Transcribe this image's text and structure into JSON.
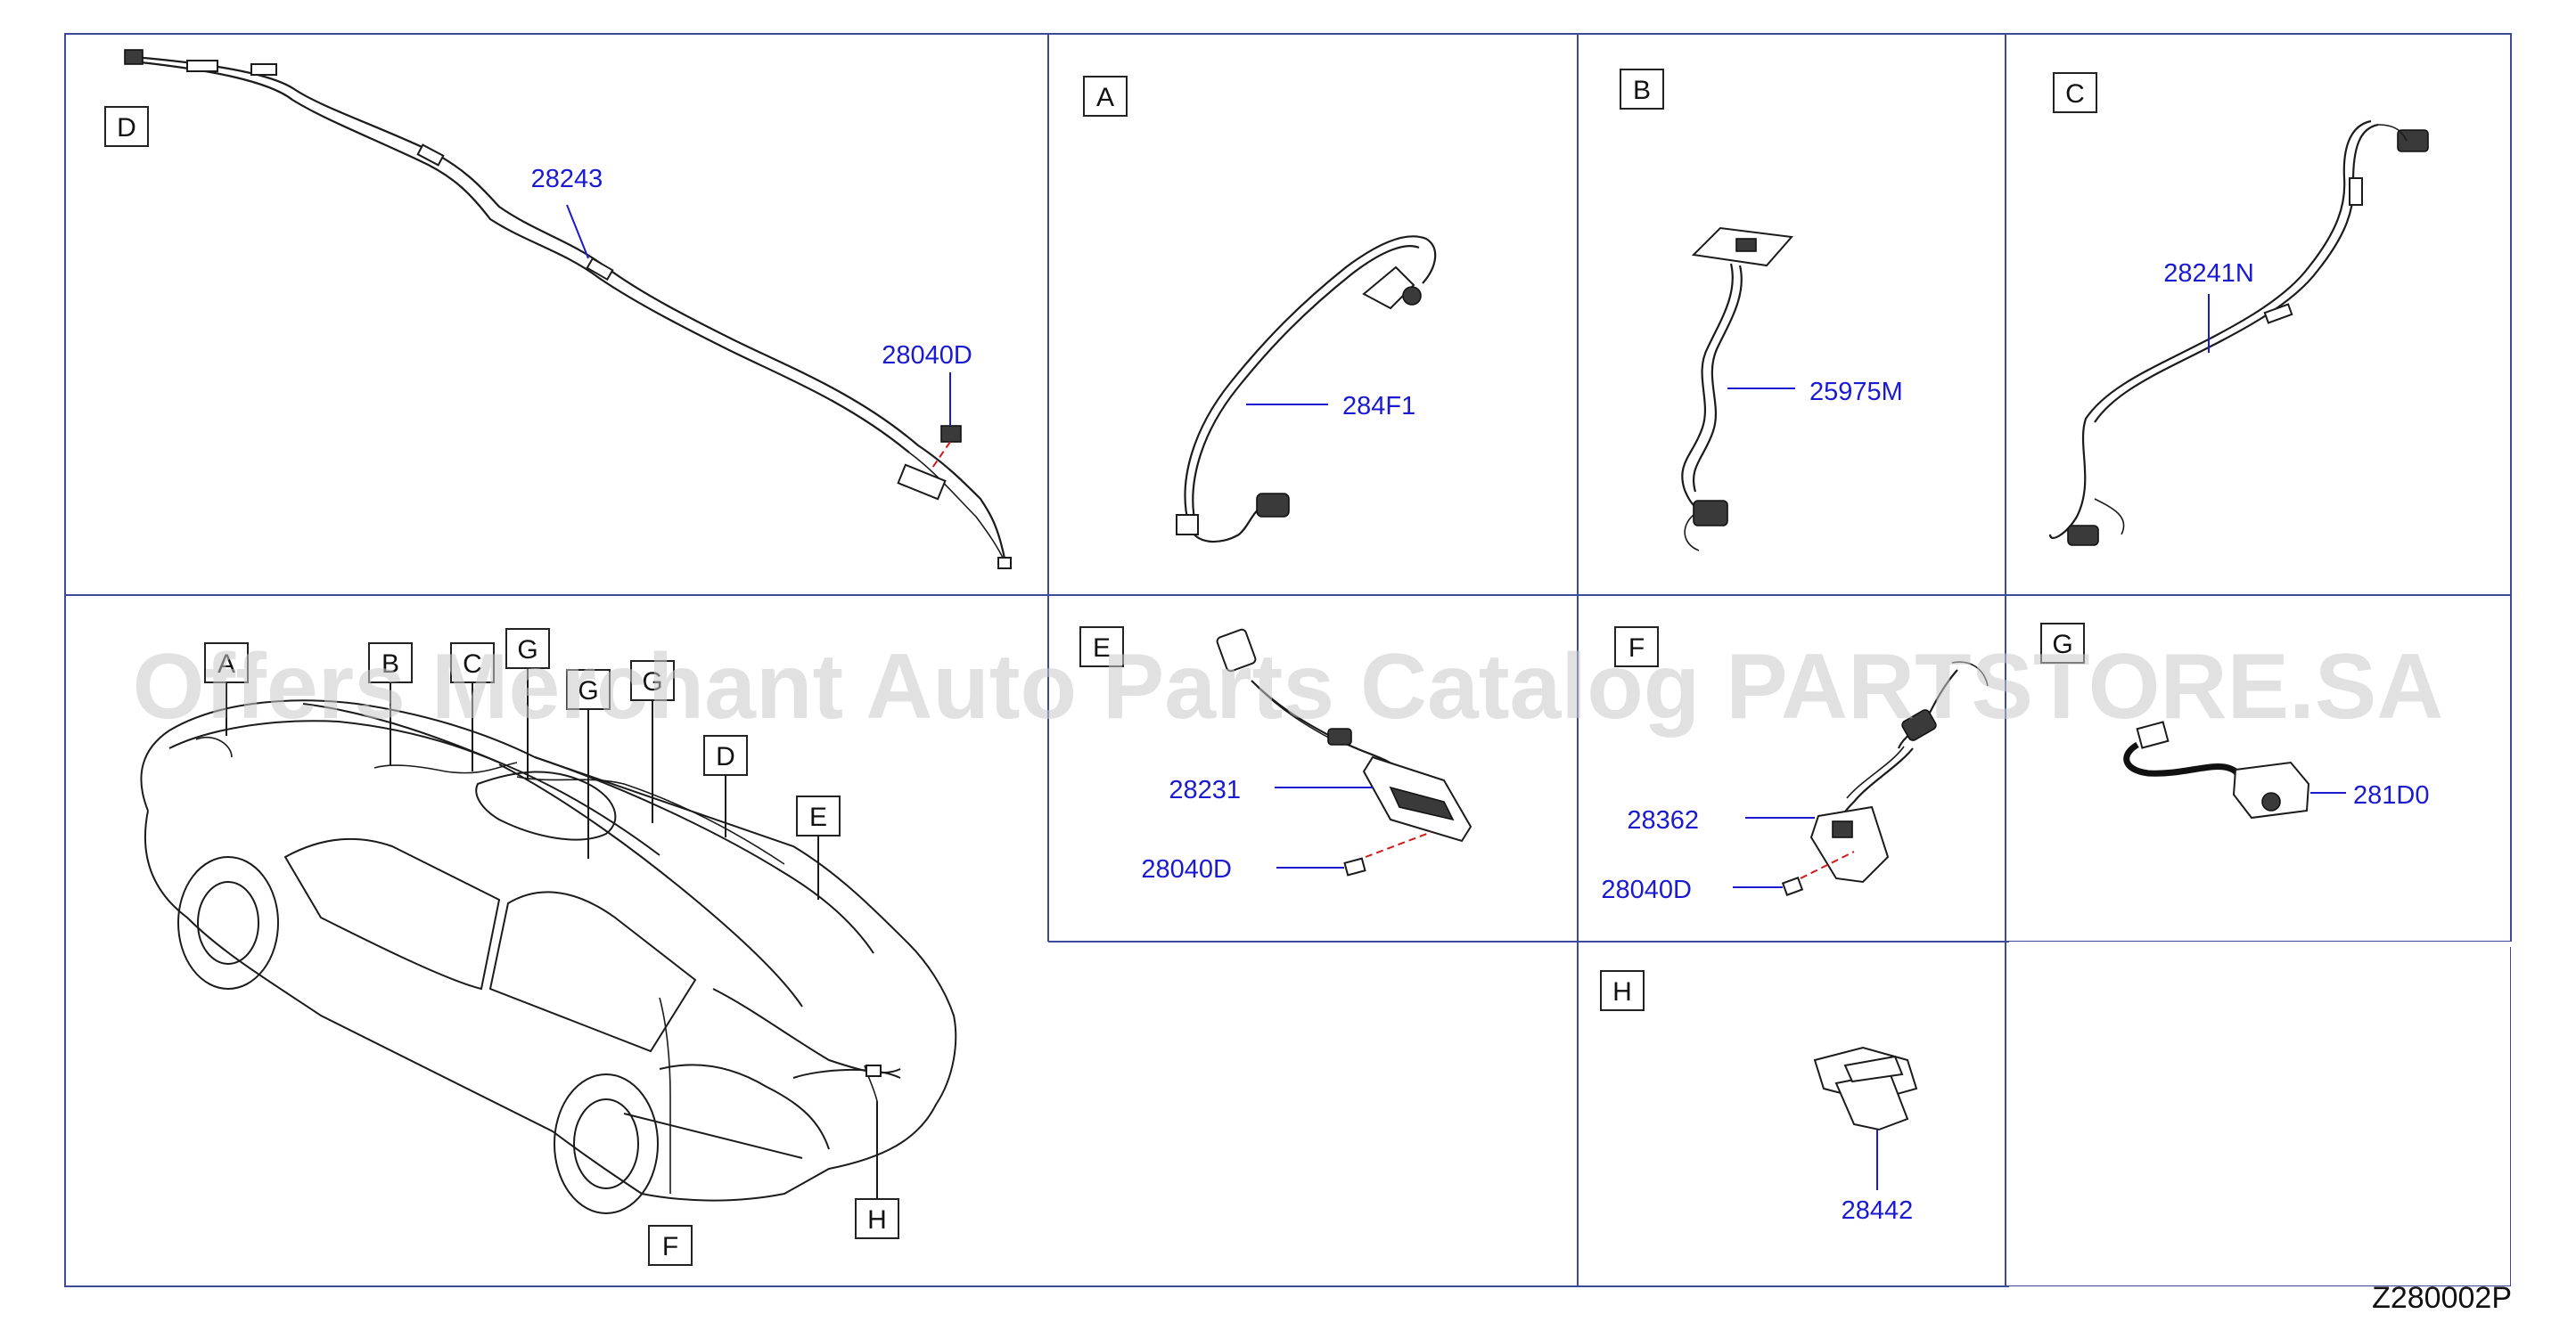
{
  "diagram_code": "Z280002P",
  "watermark": "Offers Merchant Auto Parts Catalog PARTSTORE.SA",
  "panels": [
    {
      "id": "D",
      "letter": "D",
      "parts": [
        "28243",
        "28040D"
      ]
    },
    {
      "id": "A",
      "letter": "A",
      "parts": [
        "284F1"
      ]
    },
    {
      "id": "B",
      "letter": "B",
      "parts": [
        "25975M"
      ]
    },
    {
      "id": "C",
      "letter": "C",
      "parts": [
        "28241N"
      ]
    },
    {
      "id": "E",
      "letter": "E",
      "parts": [
        "28231",
        "28040D"
      ]
    },
    {
      "id": "F",
      "letter": "F",
      "parts": [
        "28362",
        "28040D"
      ]
    },
    {
      "id": "G",
      "letter": "G",
      "parts": [
        "281D0"
      ]
    },
    {
      "id": "H",
      "letter": "H",
      "parts": [
        "28442"
      ]
    }
  ],
  "car_callouts": [
    "A",
    "B",
    "C",
    "G",
    "G",
    "G",
    "D",
    "E",
    "F",
    "H"
  ]
}
